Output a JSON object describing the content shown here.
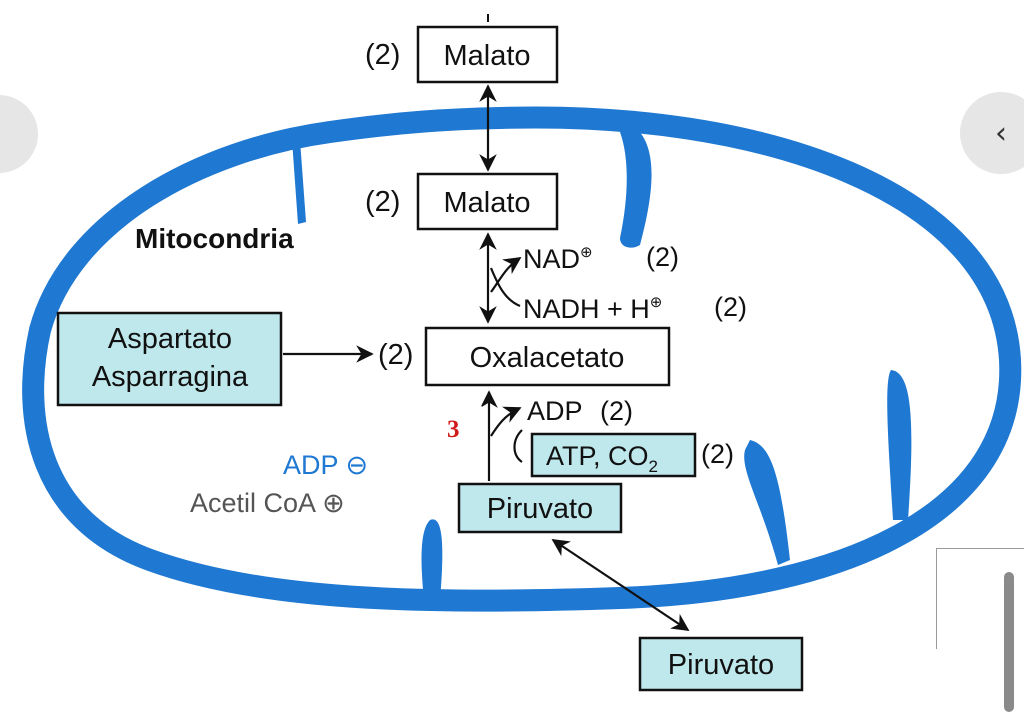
{
  "diagram": {
    "compartment_label": "Mitocondria",
    "malato_outer": {
      "coef": "(2)",
      "label": "Malato"
    },
    "malato_inner": {
      "coef": "(2)",
      "label": "Malato"
    },
    "nad": {
      "label": "NAD",
      "charge": "⊕",
      "coef": "(2)"
    },
    "nadh": {
      "label": "NADH + H",
      "charge": "⊕",
      "coef": "(2)"
    },
    "oxalacetato": {
      "coef": "(2)",
      "label": "Oxalacetato"
    },
    "aspartato": {
      "line1": "Aspartato",
      "line2": "Asparragina"
    },
    "adp_product": {
      "label": "ADP",
      "coef": "(2)"
    },
    "atp_co2": {
      "label": "ATP, CO",
      "subscript": "2",
      "coef": "(2)"
    },
    "piruvato_inner": {
      "label": "Piruvato"
    },
    "piruvato_outer": {
      "label": "Piruvato"
    },
    "regulators": {
      "adp": {
        "label": "ADP",
        "sign": "⊖",
        "color": "#1f78d1"
      },
      "acetil_coa": {
        "label": "Acetil CoA",
        "sign": "⊕",
        "color": "#555555"
      }
    },
    "membrane_color": "#1f78d1",
    "box_fill": "#bfe8ec"
  },
  "overlay": {
    "badge": "3",
    "badge_color": "#d11a1a",
    "nav_right": "‹"
  }
}
